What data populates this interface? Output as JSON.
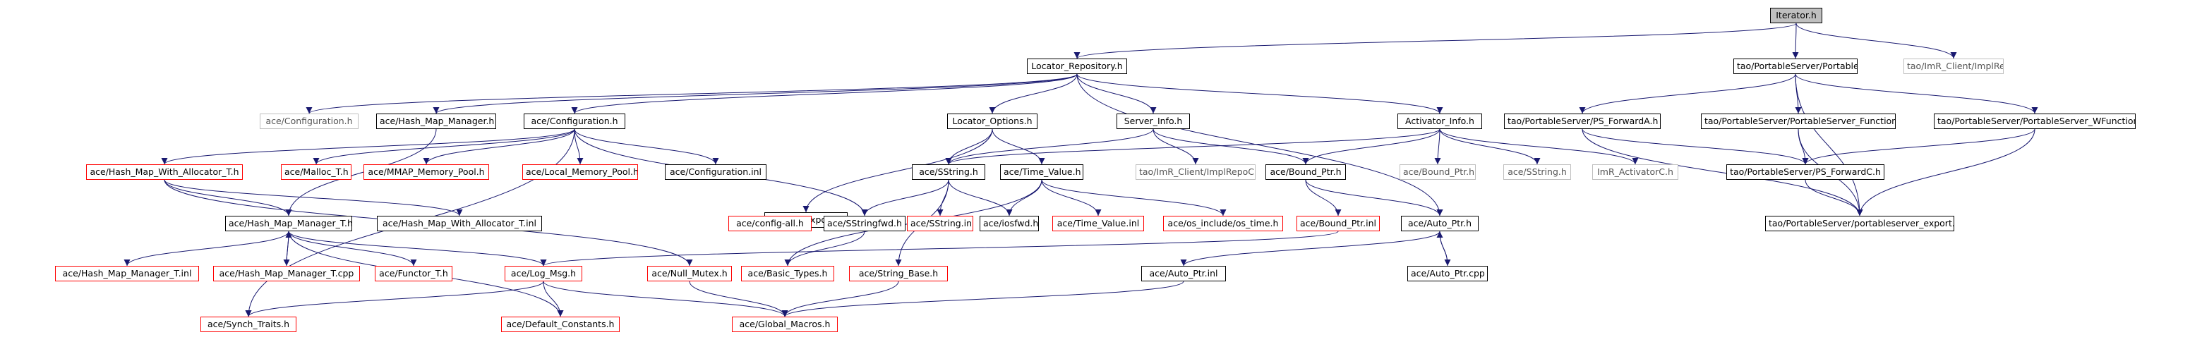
{
  "graph": {
    "nodes": [
      {
        "id": "iterator",
        "label": "Iterator.h",
        "kind": "root"
      },
      {
        "id": "locator_repository",
        "label": "Locator_Repository.h",
        "kind": "normal"
      },
      {
        "id": "portableserver",
        "label": "tao/PortableServer/PortableServer.h",
        "kind": "normal"
      },
      {
        "id": "implrepos",
        "label": "tao/ImR_Client/ImplRepoS.h",
        "kind": "missing"
      },
      {
        "id": "configuration_h1",
        "label": "ace/Configuration.h",
        "kind": "missing"
      },
      {
        "id": "hash_map_manager_h",
        "label": "ace/Hash_Map_Manager.h",
        "kind": "normal"
      },
      {
        "id": "configuration_h",
        "label": "ace/Configuration.h",
        "kind": "normal"
      },
      {
        "id": "locator_options",
        "label": "Locator_Options.h",
        "kind": "normal"
      },
      {
        "id": "server_info",
        "label": "Server_Info.h",
        "kind": "normal"
      },
      {
        "id": "activator_info",
        "label": "Activator_Info.h",
        "kind": "normal"
      },
      {
        "id": "ps_forwarda",
        "label": "tao/PortableServer/PS_ForwardA.h",
        "kind": "normal"
      },
      {
        "id": "ps_functions",
        "label": "tao/PortableServer/PortableServer_Functions.h",
        "kind": "normal"
      },
      {
        "id": "ps_wfunctions",
        "label": "tao/PortableServer/PortableServer_WFunctions.h",
        "kind": "normal"
      },
      {
        "id": "hmwa_t_h",
        "label": "ace/Hash_Map_With_Allocator_T.h",
        "kind": "template"
      },
      {
        "id": "malloc_t",
        "label": "ace/Malloc_T.h",
        "kind": "template"
      },
      {
        "id": "mmap_pool",
        "label": "ace/MMAP_Memory_Pool.h",
        "kind": "template"
      },
      {
        "id": "local_pool",
        "label": "ace/Local_Memory_Pool.h",
        "kind": "template"
      },
      {
        "id": "configuration_inl",
        "label": "ace/Configuration.inl",
        "kind": "normal"
      },
      {
        "id": "locator_export",
        "label": "locator_export.h",
        "kind": "normal"
      },
      {
        "id": "sstring_h",
        "label": "ace/SString.h",
        "kind": "normal"
      },
      {
        "id": "time_value_h",
        "label": "ace/Time_Value.h",
        "kind": "normal"
      },
      {
        "id": "implrepoc",
        "label": "tao/ImR_Client/ImplRepoC.h",
        "kind": "missing"
      },
      {
        "id": "bound_ptr_h",
        "label": "ace/Bound_Ptr.h",
        "kind": "normal"
      },
      {
        "id": "bound_ptr_h_missing",
        "label": "ace/Bound_Ptr.h",
        "kind": "missing"
      },
      {
        "id": "sstring_h_missing",
        "label": "ace/SString.h",
        "kind": "missing"
      },
      {
        "id": "imr_activatorc",
        "label": "ImR_ActivatorC.h",
        "kind": "missing"
      },
      {
        "id": "ps_forwardc",
        "label": "tao/PortableServer/PS_ForwardC.h",
        "kind": "normal"
      },
      {
        "id": "hash_map_manager_t_h",
        "label": "ace/Hash_Map_Manager_T.h",
        "kind": "normal"
      },
      {
        "id": "hmwa_t_inl",
        "label": "ace/Hash_Map_With_Allocator_T.inl",
        "kind": "normal"
      },
      {
        "id": "config_all",
        "label": "ace/config-all.h",
        "kind": "template"
      },
      {
        "id": "sstringfwd",
        "label": "ace/SStringfwd.h",
        "kind": "normal"
      },
      {
        "id": "sstring_inl",
        "label": "ace/SString.inl",
        "kind": "template"
      },
      {
        "id": "iosfwd",
        "label": "ace/iosfwd.h",
        "kind": "normal"
      },
      {
        "id": "time_value_inl",
        "label": "ace/Time_Value.inl",
        "kind": "template"
      },
      {
        "id": "os_time",
        "label": "ace/os_include/os_time.h",
        "kind": "template"
      },
      {
        "id": "bound_ptr_inl",
        "label": "ace/Bound_Ptr.inl",
        "kind": "template"
      },
      {
        "id": "auto_ptr_h",
        "label": "ace/Auto_Ptr.h",
        "kind": "normal"
      },
      {
        "id": "ps_export",
        "label": "tao/PortableServer/portableserver_export.h",
        "kind": "normal"
      },
      {
        "id": "hmm_t_inl",
        "label": "ace/Hash_Map_Manager_T.inl",
        "kind": "template"
      },
      {
        "id": "hmm_t_cpp",
        "label": "ace/Hash_Map_Manager_T.cpp",
        "kind": "template"
      },
      {
        "id": "functor_t",
        "label": "ace/Functor_T.h",
        "kind": "template"
      },
      {
        "id": "log_msg",
        "label": "ace/Log_Msg.h",
        "kind": "template"
      },
      {
        "id": "null_mutex",
        "label": "ace/Null_Mutex.h",
        "kind": "template"
      },
      {
        "id": "basic_types",
        "label": "ace/Basic_Types.h",
        "kind": "template"
      },
      {
        "id": "string_base",
        "label": "ace/String_Base.h",
        "kind": "template"
      },
      {
        "id": "auto_ptr_inl",
        "label": "ace/Auto_Ptr.inl",
        "kind": "normal"
      },
      {
        "id": "auto_ptr_cpp",
        "label": "ace/Auto_Ptr.cpp",
        "kind": "normal"
      },
      {
        "id": "synch_traits",
        "label": "ace/Synch_Traits.h",
        "kind": "template"
      },
      {
        "id": "default_constants",
        "label": "ace/Default_Constants.h",
        "kind": "template"
      },
      {
        "id": "global_macros",
        "label": "ace/Global_Macros.h",
        "kind": "template"
      }
    ],
    "edges": [
      [
        "iterator",
        "locator_repository"
      ],
      [
        "iterator",
        "portableserver"
      ],
      [
        "iterator",
        "implrepos"
      ],
      [
        "locator_repository",
        "configuration_h1"
      ],
      [
        "locator_repository",
        "hash_map_manager_h"
      ],
      [
        "locator_repository",
        "configuration_h"
      ],
      [
        "locator_repository",
        "locator_options"
      ],
      [
        "locator_repository",
        "server_info"
      ],
      [
        "locator_repository",
        "activator_info"
      ],
      [
        "locator_repository",
        "auto_ptr_h"
      ],
      [
        "portableserver",
        "ps_forwarda"
      ],
      [
        "portableserver",
        "ps_functions"
      ],
      [
        "portableserver",
        "ps_wfunctions"
      ],
      [
        "portableserver",
        "ps_export"
      ],
      [
        "hash_map_manager_h",
        "hash_map_manager_t_h"
      ],
      [
        "configuration_h",
        "hmwa_t_h"
      ],
      [
        "configuration_h",
        "malloc_t"
      ],
      [
        "configuration_h",
        "mmap_pool"
      ],
      [
        "configuration_h",
        "local_pool"
      ],
      [
        "configuration_h",
        "configuration_inl"
      ],
      [
        "configuration_h",
        "sstringfwd"
      ],
      [
        "configuration_h",
        "synch_traits"
      ],
      [
        "locator_options",
        "sstring_h"
      ],
      [
        "locator_options",
        "time_value_h"
      ],
      [
        "locator_options",
        "locator_export"
      ],
      [
        "server_info",
        "sstring_h"
      ],
      [
        "server_info",
        "implrepoc"
      ],
      [
        "server_info",
        "bound_ptr_h"
      ],
      [
        "activator_info",
        "sstring_h"
      ],
      [
        "activator_info",
        "bound_ptr_h"
      ],
      [
        "activator_info",
        "bound_ptr_h_missing"
      ],
      [
        "activator_info",
        "sstring_h_missing"
      ],
      [
        "activator_info",
        "imr_activatorc"
      ],
      [
        "ps_forwarda",
        "ps_forwardc"
      ],
      [
        "ps_forwarda",
        "ps_export"
      ],
      [
        "ps_functions",
        "ps_forwardc"
      ],
      [
        "ps_functions",
        "ps_export"
      ],
      [
        "ps_wfunctions",
        "ps_forwardc"
      ],
      [
        "ps_wfunctions",
        "ps_export"
      ],
      [
        "ps_forwardc",
        "ps_export"
      ],
      [
        "hmwa_t_h",
        "hash_map_manager_t_h"
      ],
      [
        "hmwa_t_h",
        "hmwa_t_inl"
      ],
      [
        "hmwa_t_h",
        "null_mutex"
      ],
      [
        "locator_export",
        "config_all"
      ],
      [
        "sstring_h",
        "sstringfwd"
      ],
      [
        "sstring_h",
        "sstring_inl"
      ],
      [
        "sstring_h",
        "iosfwd"
      ],
      [
        "sstring_h",
        "string_base"
      ],
      [
        "time_value_h",
        "iosfwd"
      ],
      [
        "time_value_h",
        "time_value_inl"
      ],
      [
        "time_value_h",
        "os_time"
      ],
      [
        "time_value_h",
        "basic_types"
      ],
      [
        "bound_ptr_h",
        "bound_ptr_inl"
      ],
      [
        "bound_ptr_h",
        "auto_ptr_h"
      ],
      [
        "bound_ptr_inl",
        "log_msg"
      ],
      [
        "auto_ptr_h",
        "auto_ptr_cpp"
      ],
      [
        "auto_ptr_cpp",
        "auto_ptr_h"
      ],
      [
        "auto_ptr_h",
        "auto_ptr_inl"
      ],
      [
        "hash_map_manager_t_h",
        "hmm_t_inl"
      ],
      [
        "hash_map_manager_t_h",
        "hmm_t_cpp"
      ],
      [
        "hmm_t_cpp",
        "hash_map_manager_t_h"
      ],
      [
        "hash_map_manager_t_h",
        "functor_t"
      ],
      [
        "hash_map_manager_t_h",
        "log_msg"
      ],
      [
        "hash_map_manager_t_h",
        "default_constants"
      ],
      [
        "log_msg",
        "synch_traits"
      ],
      [
        "log_msg",
        "default_constants"
      ],
      [
        "log_msg",
        "global_macros"
      ],
      [
        "sstringfwd",
        "basic_types"
      ],
      [
        "string_base",
        "global_macros"
      ],
      [
        "null_mutex",
        "global_macros"
      ],
      [
        "auto_ptr_inl",
        "global_macros"
      ]
    ]
  },
  "colors": {
    "edge": "#191970",
    "border_normal": "#000000",
    "border_missing": "#bfbfbf",
    "border_template": "#ff0000",
    "root_fill": "#bfbfbf"
  }
}
